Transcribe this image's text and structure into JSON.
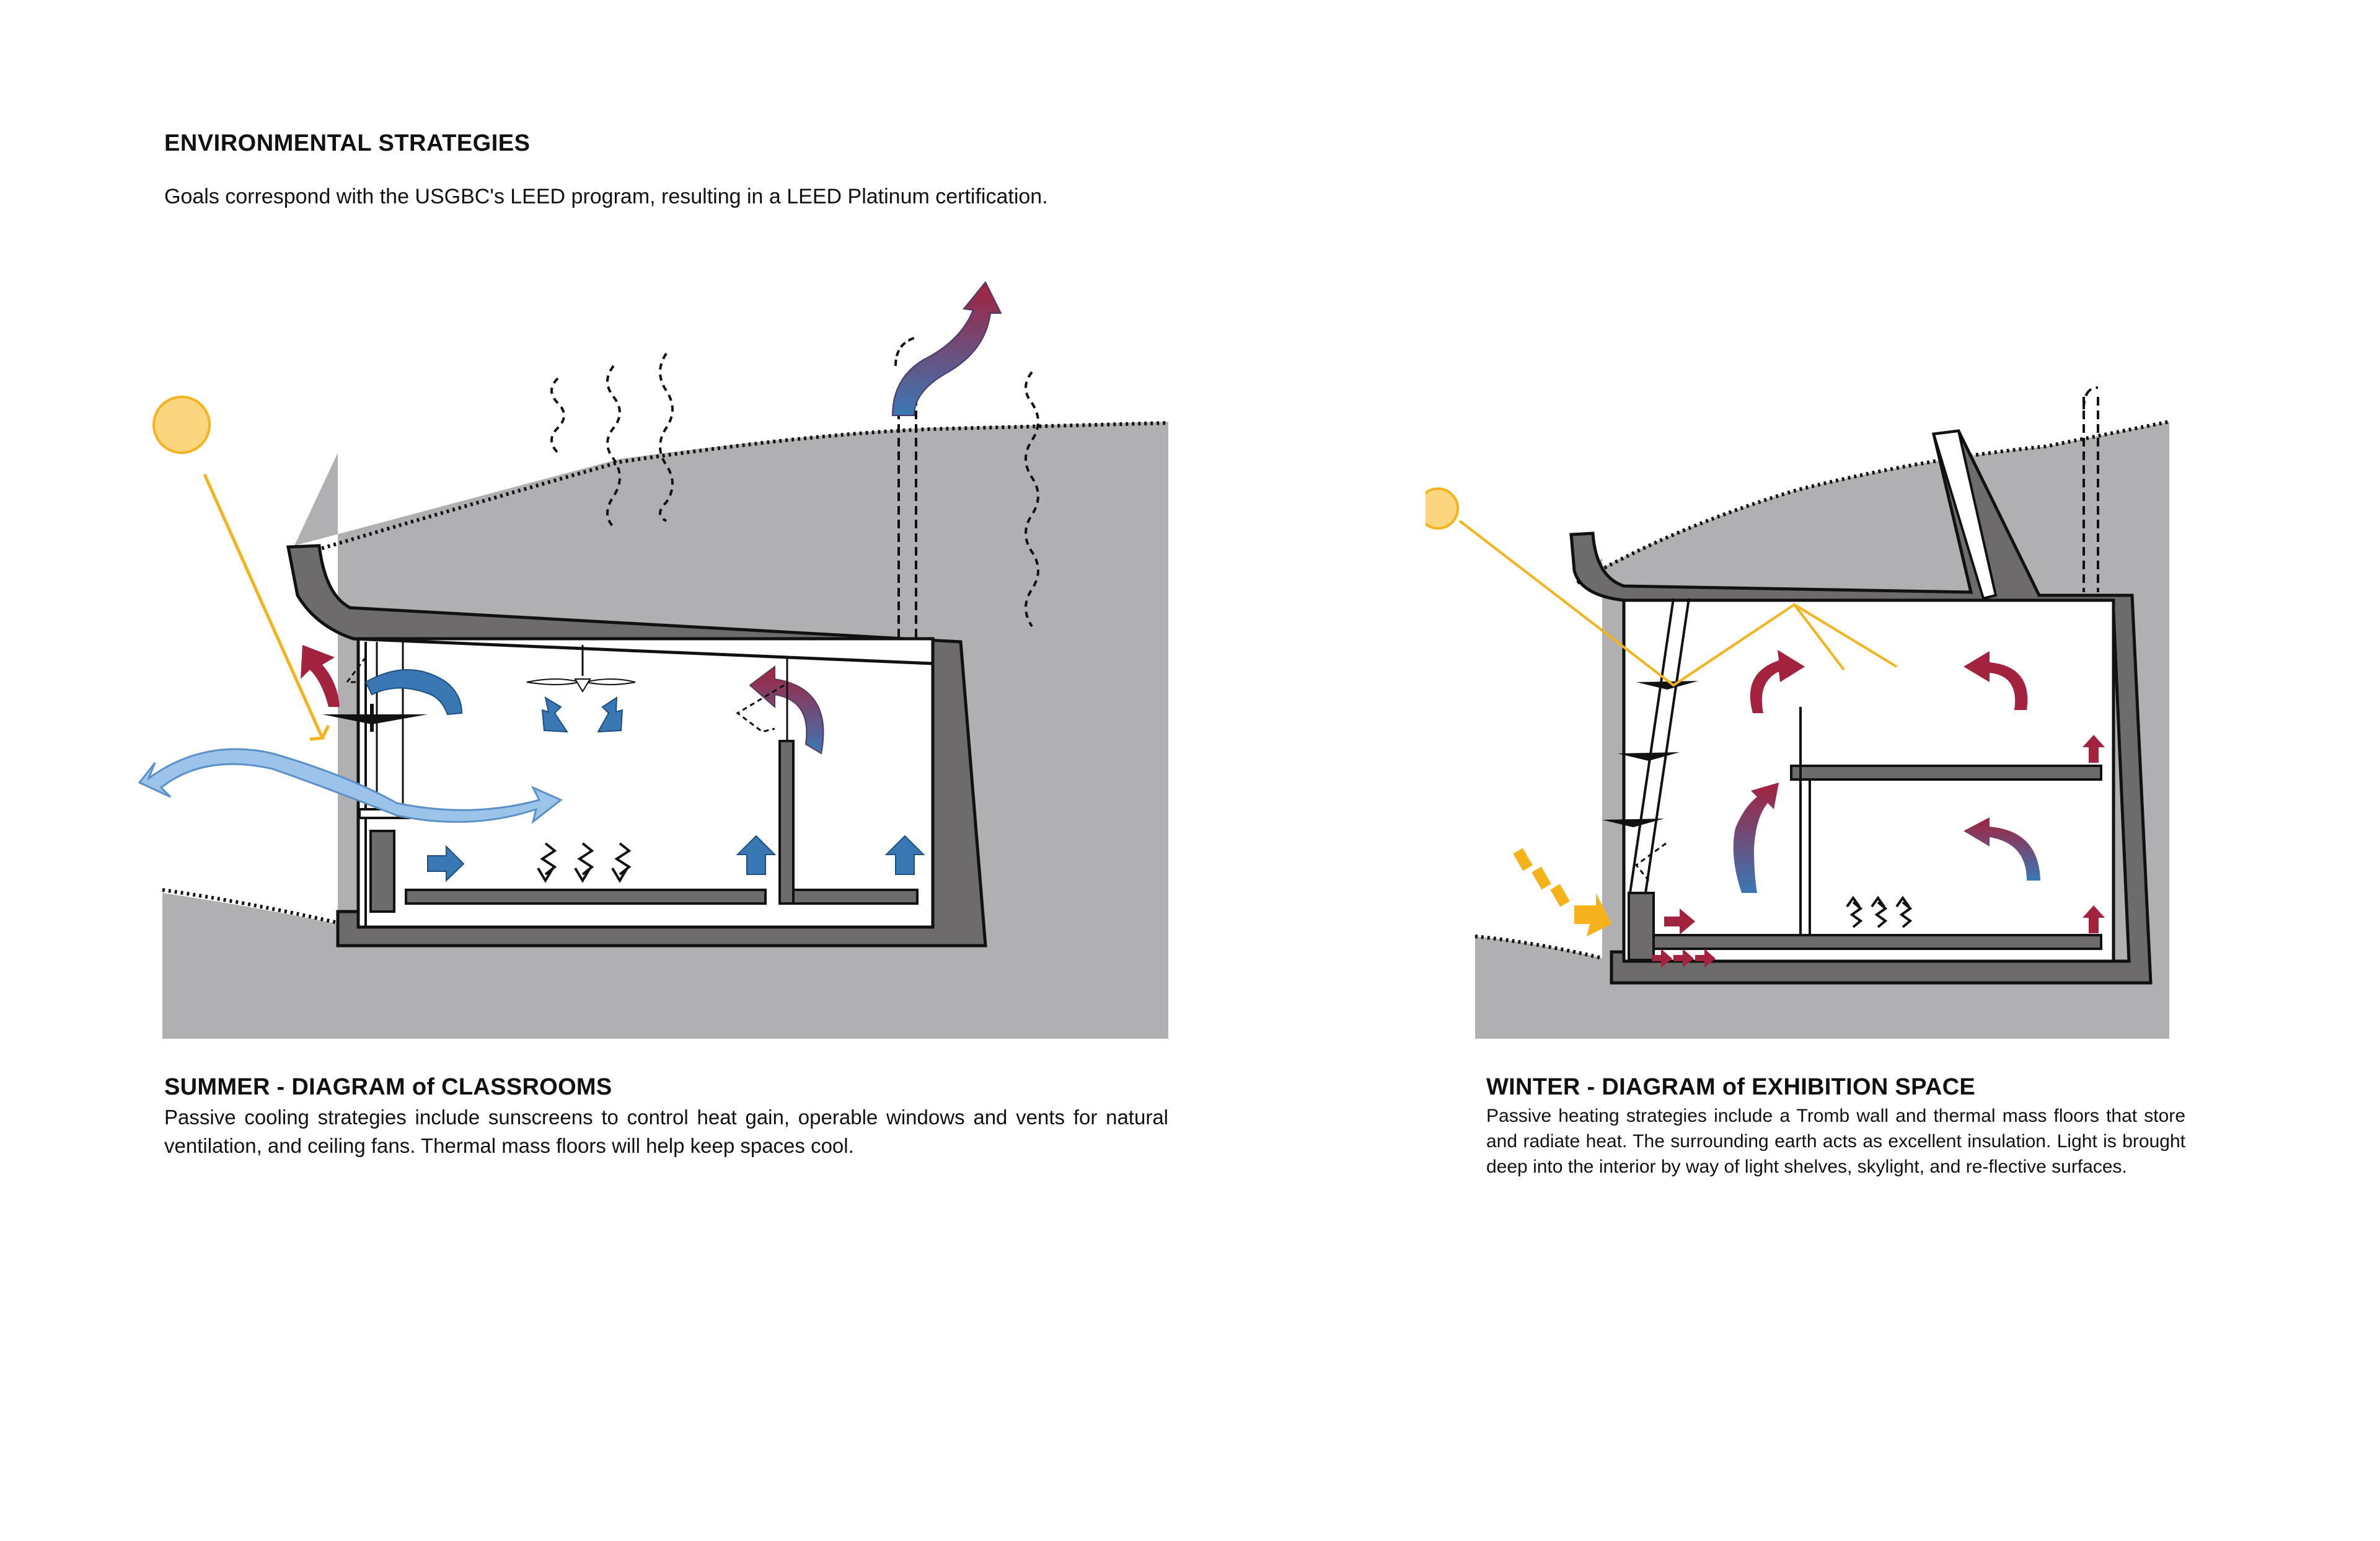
{
  "header": {
    "title": "ENVIRONMENTAL STRATEGIES",
    "subtitle": "Goals correspond with the USGBC's LEED program, resulting in a LEED Platinum certification."
  },
  "summer": {
    "title": "SUMMER - DIAGRAM of CLASSROOMS",
    "body": "Passive cooling strategies include sunscreens to control heat gain, operable windows  and vents for natural ventilation, and ceiling fans. Thermal mass floors will help keep spaces cool."
  },
  "winter": {
    "title": "WINTER - DIAGRAM of EXHIBITION SPACE",
    "body": "Passive heating strategies include a Tromb wall and thermal mass floors that store and radiate heat. The surrounding earth acts as excellent insulation. Light is brought deep into the interior by way of light shelves, skylight, and re-flective surfaces."
  },
  "colors": {
    "earth": "#b0b0b2",
    "structure": "#6d6b6b",
    "sun": "#fbd67e",
    "sun_ray": "#f5b21a",
    "warm_air": "#a3223e",
    "cool_air": "#3a78b5",
    "breeze": "#9cc3ea"
  }
}
